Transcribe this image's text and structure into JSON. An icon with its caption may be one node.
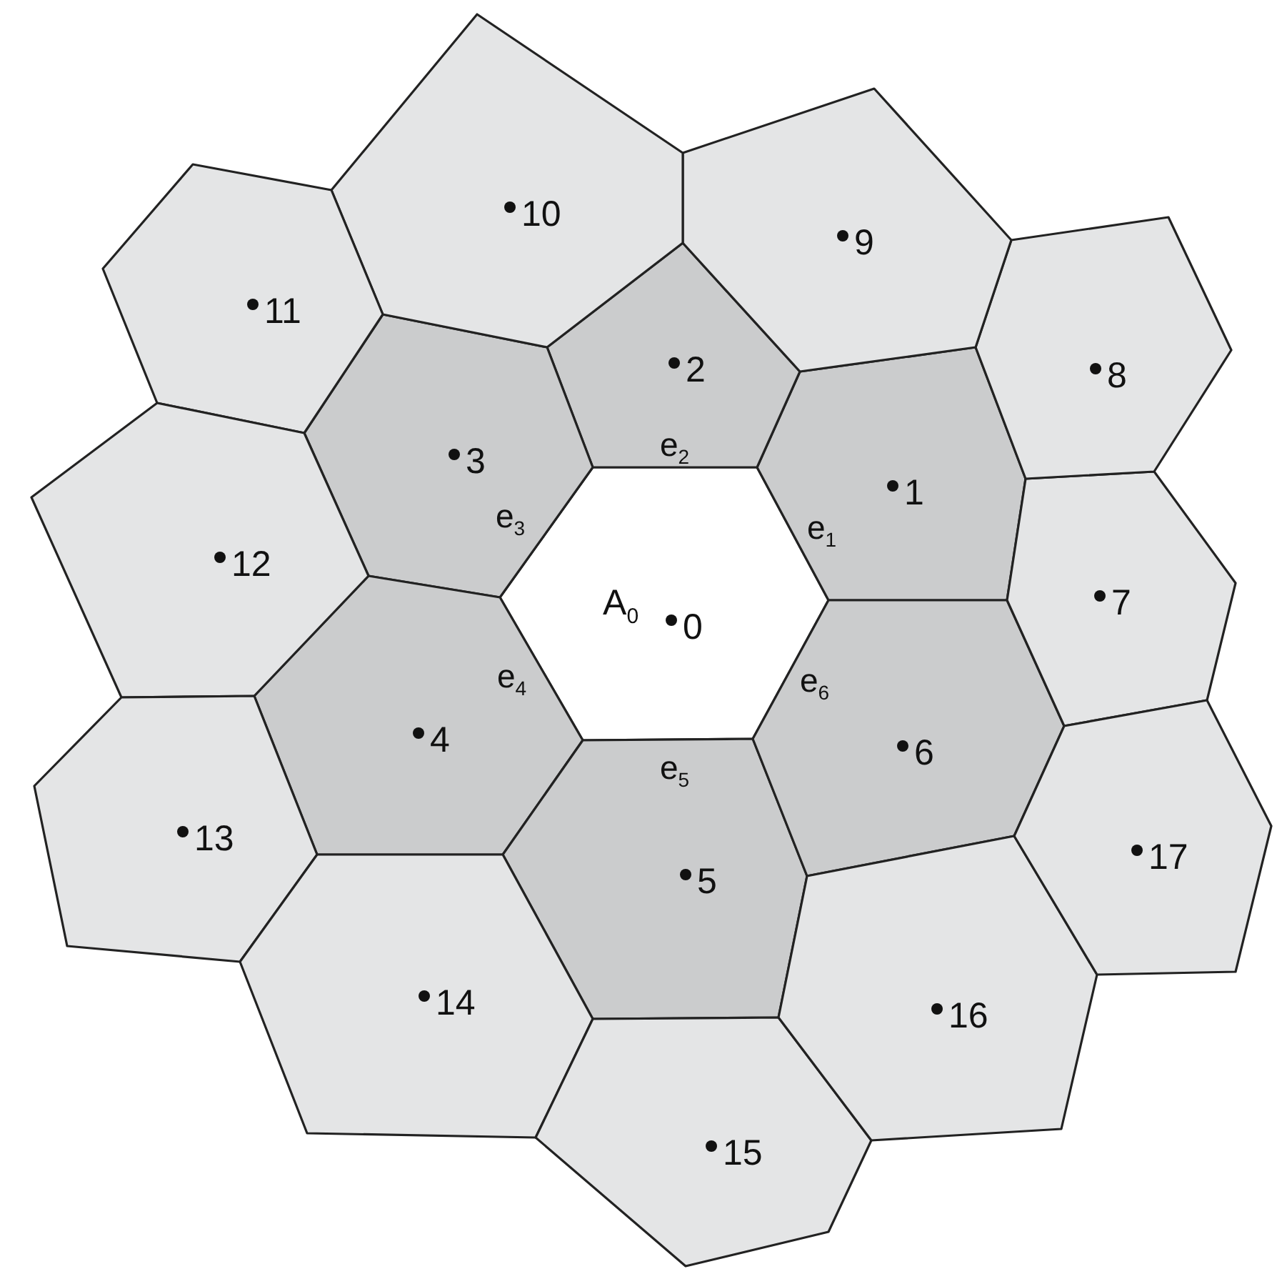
{
  "diagram": {
    "nodes": [
      {
        "text": [
          "A$_{0}$",
          "0"
        ]
      },
      {
        "text": [
          "1"
        ]
      },
      {
        "text": [
          "2"
        ]
      },
      {
        "text": [
          "3"
        ]
      },
      {
        "text": [
          "4"
        ]
      },
      {
        "text": [
          "5"
        ]
      },
      {
        "text": [
          "6"
        ]
      },
      {
        "text": [
          "7"
        ]
      },
      {
        "text": [
          "8"
        ]
      },
      {
        "text": [
          "9"
        ]
      },
      {
        "text": [
          "10"
        ]
      },
      {
        "text": [
          "11"
        ]
      },
      {
        "text": [
          "12"
        ]
      },
      {
        "text": [
          "13"
        ]
      },
      {
        "text": [
          "14"
        ]
      },
      {
        "text": [
          "15"
        ]
      },
      {
        "text": [
          "16"
        ]
      },
      {
        "text": [
          "17"
        ]
      }
    ],
    "labels": [
      "e$_{2}$",
      "e$_{3}$",
      "e$_{1}$",
      "e$_{4}$",
      "e$_{6}$",
      "e$_{5}$"
    ]
  }
}
